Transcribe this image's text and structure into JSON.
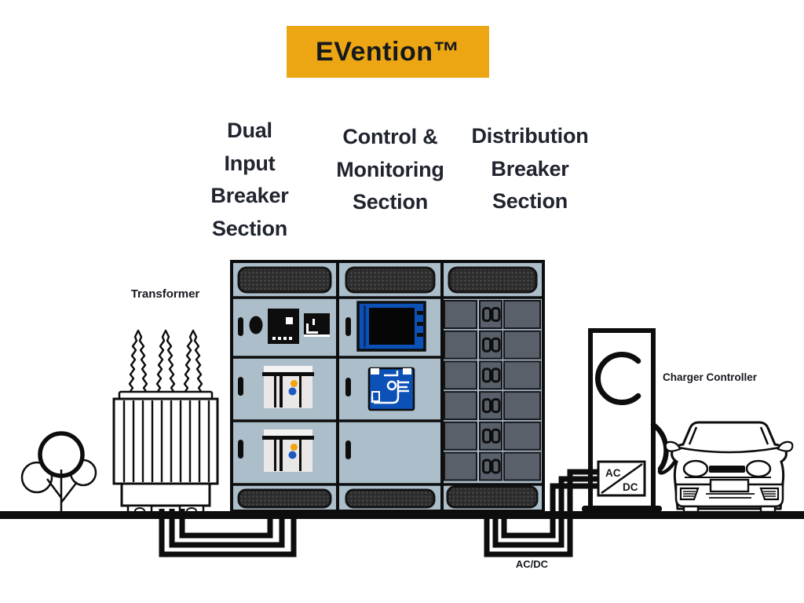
{
  "title": {
    "banner": "EVention™"
  },
  "sections": {
    "dual_input": {
      "lines": [
        "Dual",
        "Input",
        "Breaker",
        "Section"
      ]
    },
    "control_monitoring": {
      "lines": [
        "Control &",
        "Monitoring",
        "Section"
      ]
    },
    "distribution": {
      "lines": [
        "Distribution",
        "Breaker",
        "Section"
      ]
    }
  },
  "labels": {
    "transformer": "Transformer",
    "charger_controller": "Charger Controller",
    "acdc_cable": "AC/DC",
    "converter_box": {
      "top": "AC",
      "bottom": "DC"
    }
  },
  "colors": {
    "banner_bg": "#ECA613",
    "text_dark": "#20242E",
    "cabinet_body": "#ADBECB",
    "vent_dark": "#2D2D2D",
    "breaker_panel_gray": "#59606A",
    "device_blue": "#0B51B6",
    "indicator_orange": "#F0A30C",
    "indicator_blue": "#1C59C2",
    "line_black": "#0D0D0D"
  }
}
